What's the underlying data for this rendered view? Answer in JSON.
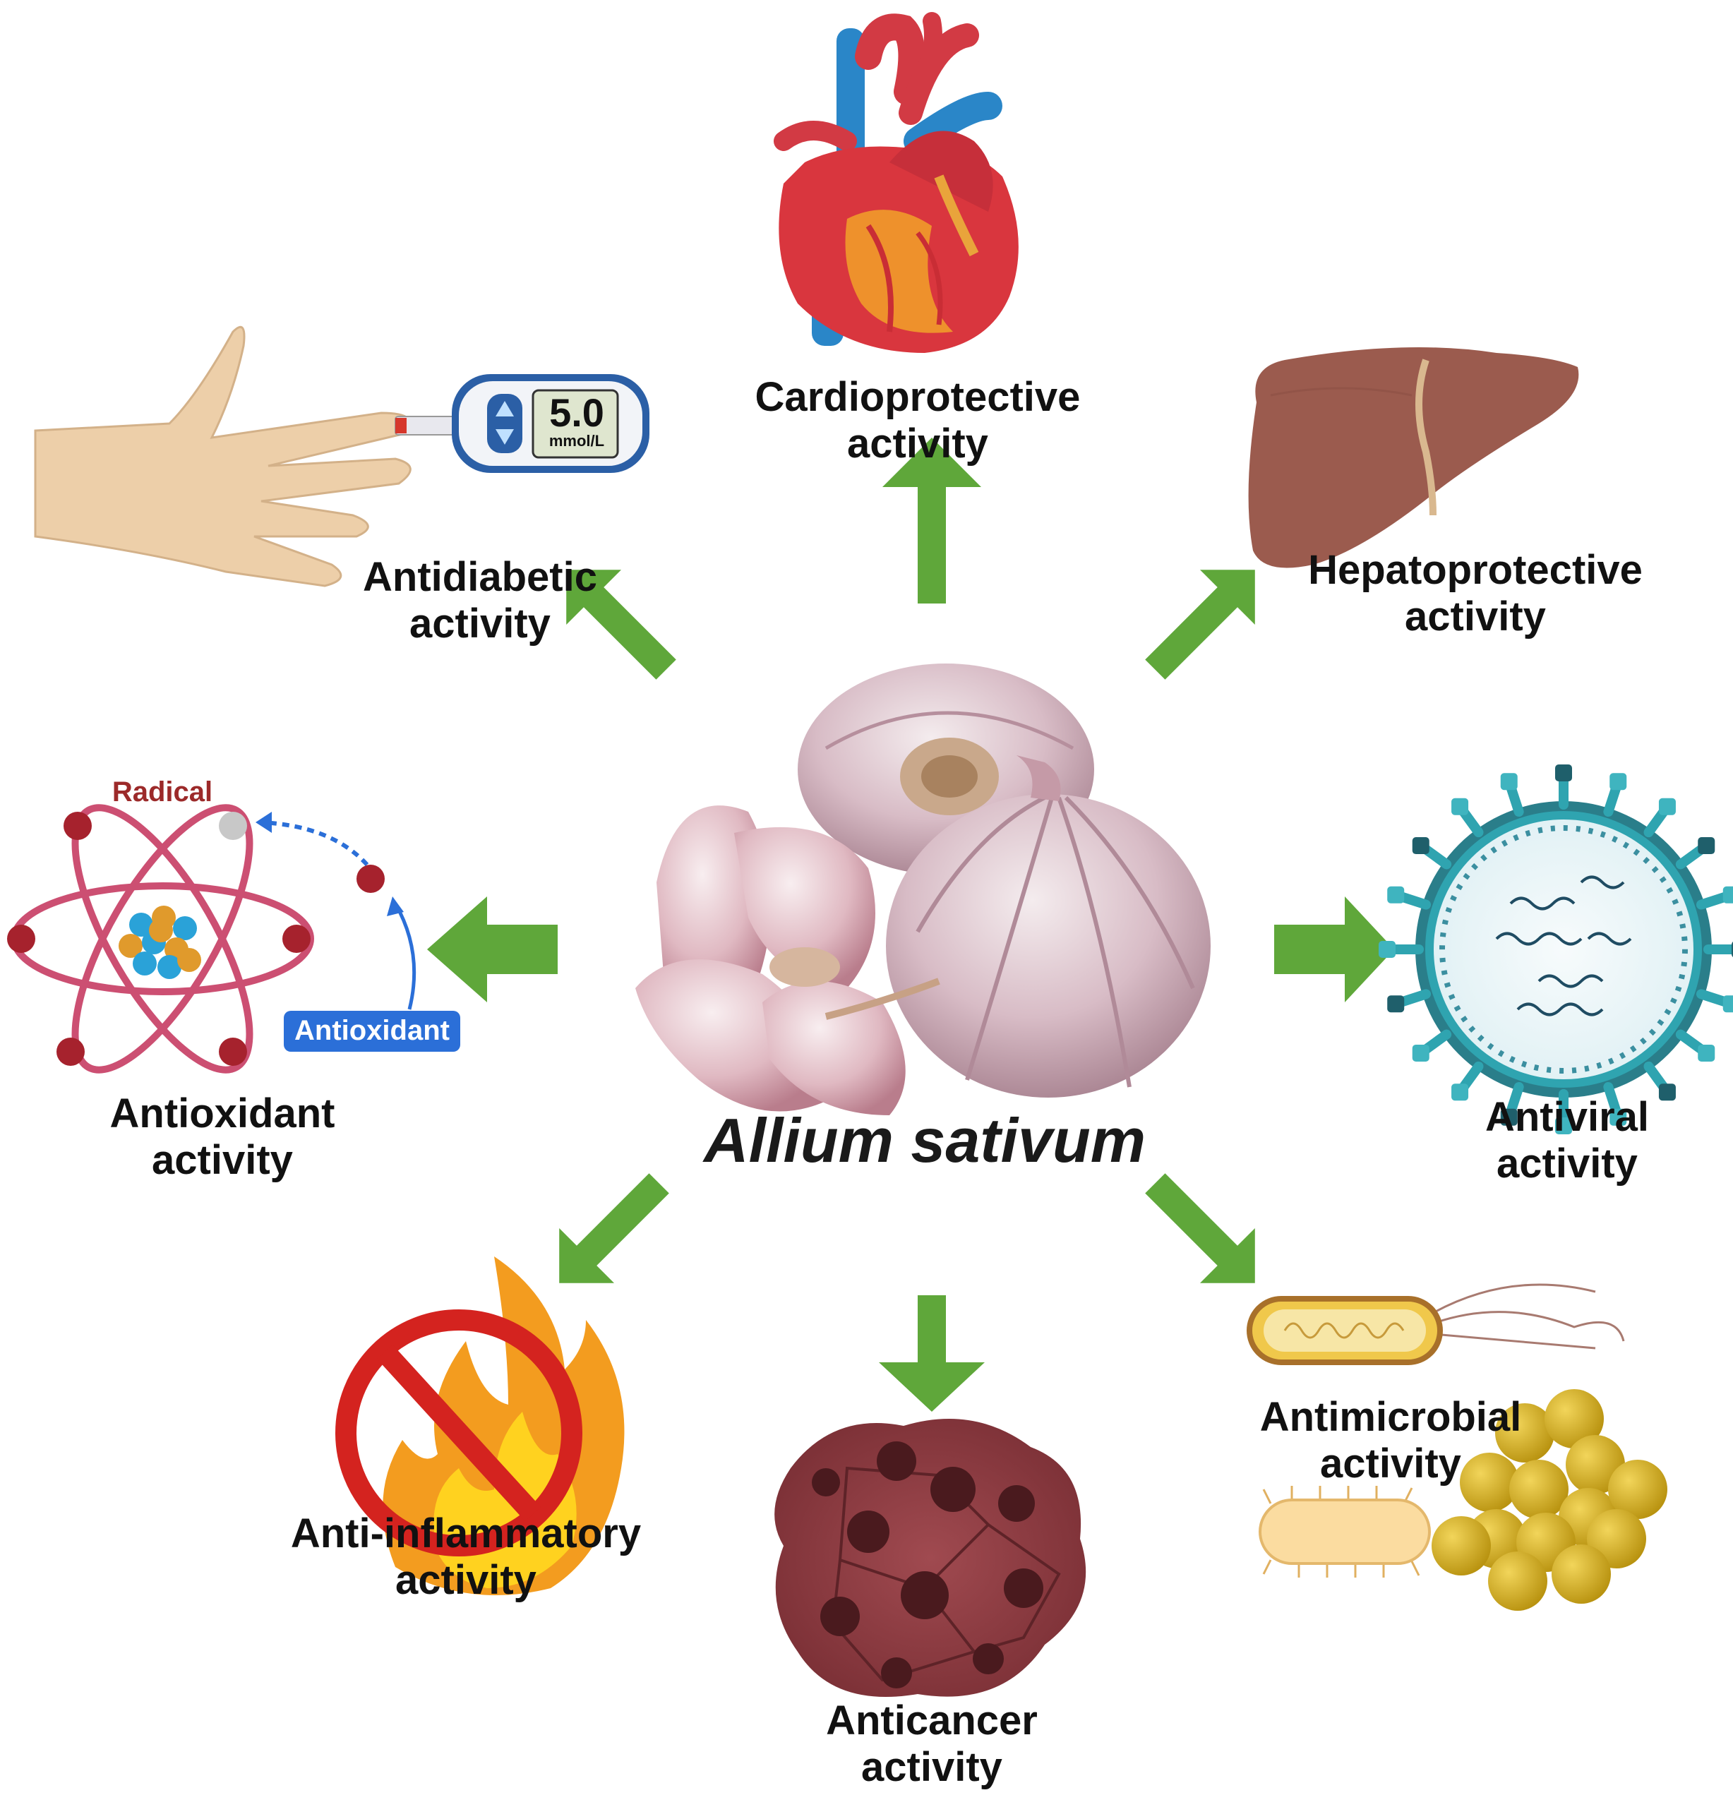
{
  "center": {
    "title": "Allium sativum",
    "image": "garlic-bulbs-and-cloves"
  },
  "arrow_color": "#5fa73a",
  "activities": {
    "cardioprotective": {
      "line1": "Cardioprotective",
      "line2": "activity",
      "icon": "heart-icon"
    },
    "antidiabetic": {
      "line1": "Antidiabetic",
      "line2": "activity",
      "icon": "glucose-meter-icon",
      "meter_value": "5.0",
      "meter_unit": "mmol/L"
    },
    "hepatoprotective": {
      "line1": "Hepatoprotective",
      "line2": "activity",
      "icon": "liver-icon"
    },
    "antioxidant": {
      "line1": "Antioxidant",
      "line2": "activity",
      "icon": "atom-icon",
      "radical_label": "Radical",
      "antioxidant_label": "Antioxidant"
    },
    "antiviral": {
      "line1": "Antiviral",
      "line2": "activity",
      "icon": "virus-icon"
    },
    "anti_inflammatory": {
      "line1": "Anti-inflammatory",
      "line2": "activity",
      "icon": "no-fire-icon"
    },
    "anticancer": {
      "line1": "Anticancer",
      "line2": "activity",
      "icon": "cancer-cells-icon"
    },
    "antimicrobial": {
      "line1": "Antimicrobial",
      "line2": "activity",
      "icon": "bacteria-icon"
    }
  },
  "colors": {
    "heart_red": "#d9363e",
    "vessel_blue": "#2a86c8",
    "liver_brown": "#9b5b4e",
    "atom_pink": "#cc4f72",
    "virus_teal": "#2fa4b0",
    "fire_orange": "#f39c1f",
    "no_sign_red": "#d4231f",
    "cancer_maroon": "#8a3a3f",
    "bacteria_yellow": "#d8b520"
  }
}
